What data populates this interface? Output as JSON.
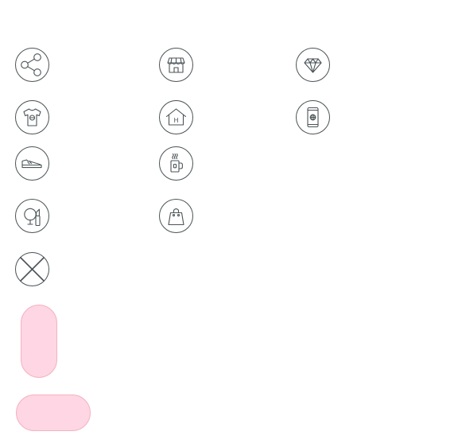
{
  "icons": [
    {
      "name": "share-icon"
    },
    {
      "name": "storefront-icon"
    },
    {
      "name": "diamond-icon"
    },
    {
      "name": "tshirt-icon"
    },
    {
      "name": "home-icon"
    },
    {
      "name": "smartphone-globe-icon"
    },
    {
      "name": "sneaker-icon"
    },
    {
      "name": "hot-mug-icon"
    },
    {
      "name": "beauty-mirror-lipstick-icon"
    },
    {
      "name": "shopping-bag-icon"
    },
    {
      "name": "close-icon"
    }
  ],
  "home_icon_letter": "H",
  "colors": {
    "icon_stroke": "#4a5356",
    "pill_fill": "#ffd6e4",
    "pill_border": "#f4b3c0",
    "background": "#ffffff"
  },
  "pills": [
    {
      "orientation": "vertical"
    },
    {
      "orientation": "horizontal"
    }
  ]
}
